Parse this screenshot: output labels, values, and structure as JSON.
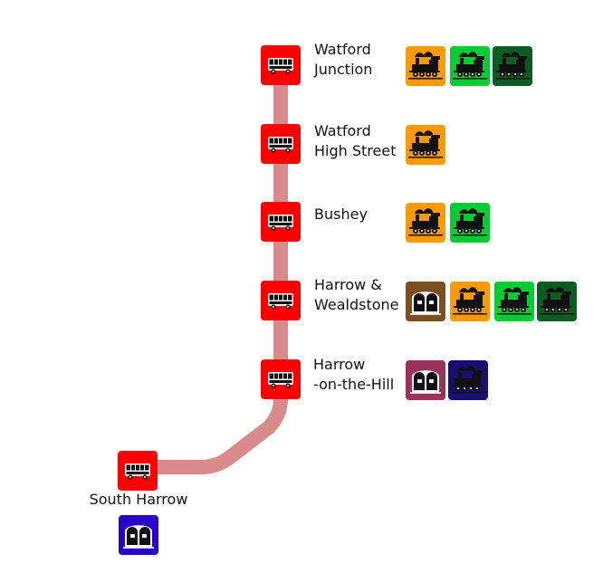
{
  "route": {
    "color": "#d98a8a",
    "bus_icon_color": "#ff0000"
  },
  "stations": [
    {
      "key": "watford-junction",
      "name": "Watford Junction",
      "label_lines": [
        "Watford",
        "Junction"
      ],
      "interchanges": [
        "orange-rail",
        "green-rail",
        "darkgreen-rail"
      ]
    },
    {
      "key": "watford-high-street",
      "name": "Watford High Street",
      "label_lines": [
        "Watford",
        "High Street"
      ],
      "interchanges": [
        "orange-rail"
      ]
    },
    {
      "key": "bushey",
      "name": "Bushey",
      "label_lines": [
        "Bushey"
      ],
      "interchanges": [
        "orange-rail",
        "green-rail"
      ]
    },
    {
      "key": "harrow-wealdstone",
      "name": "Harrow & Wealdstone",
      "label_lines": [
        "Harrow &",
        "Wealdstone"
      ],
      "interchanges": [
        "brown-underground",
        "orange-rail",
        "green-rail",
        "darkgreen-rail"
      ]
    },
    {
      "key": "harrow-on-the-hill",
      "name": "Harrow-on-the-Hill",
      "label_lines": [
        "Harrow",
        "-on-the-Hill"
      ],
      "interchanges": [
        "magenta-underground",
        "navy-rail"
      ]
    },
    {
      "key": "south-harrow",
      "name": "South Harrow",
      "label_lines": [
        "South Harrow"
      ],
      "interchanges": [
        "blue-underground"
      ]
    }
  ],
  "interchange_types": {
    "orange-rail": {
      "icon": "steam-train-icon",
      "color": "#ff9900"
    },
    "green-rail": {
      "icon": "steam-train-icon",
      "color": "#00cc33"
    },
    "darkgreen-rail": {
      "icon": "steam-train-icon",
      "color": "#0a5c23"
    },
    "navy-rail": {
      "icon": "steam-train-icon",
      "color": "#1a0f6e"
    },
    "brown-underground": {
      "icon": "underground-train-icon",
      "color": "#7a4f21"
    },
    "magenta-underground": {
      "icon": "underground-train-icon",
      "color": "#9b3359"
    },
    "blue-underground": {
      "icon": "underground-train-icon",
      "color": "#2a00cc"
    }
  }
}
